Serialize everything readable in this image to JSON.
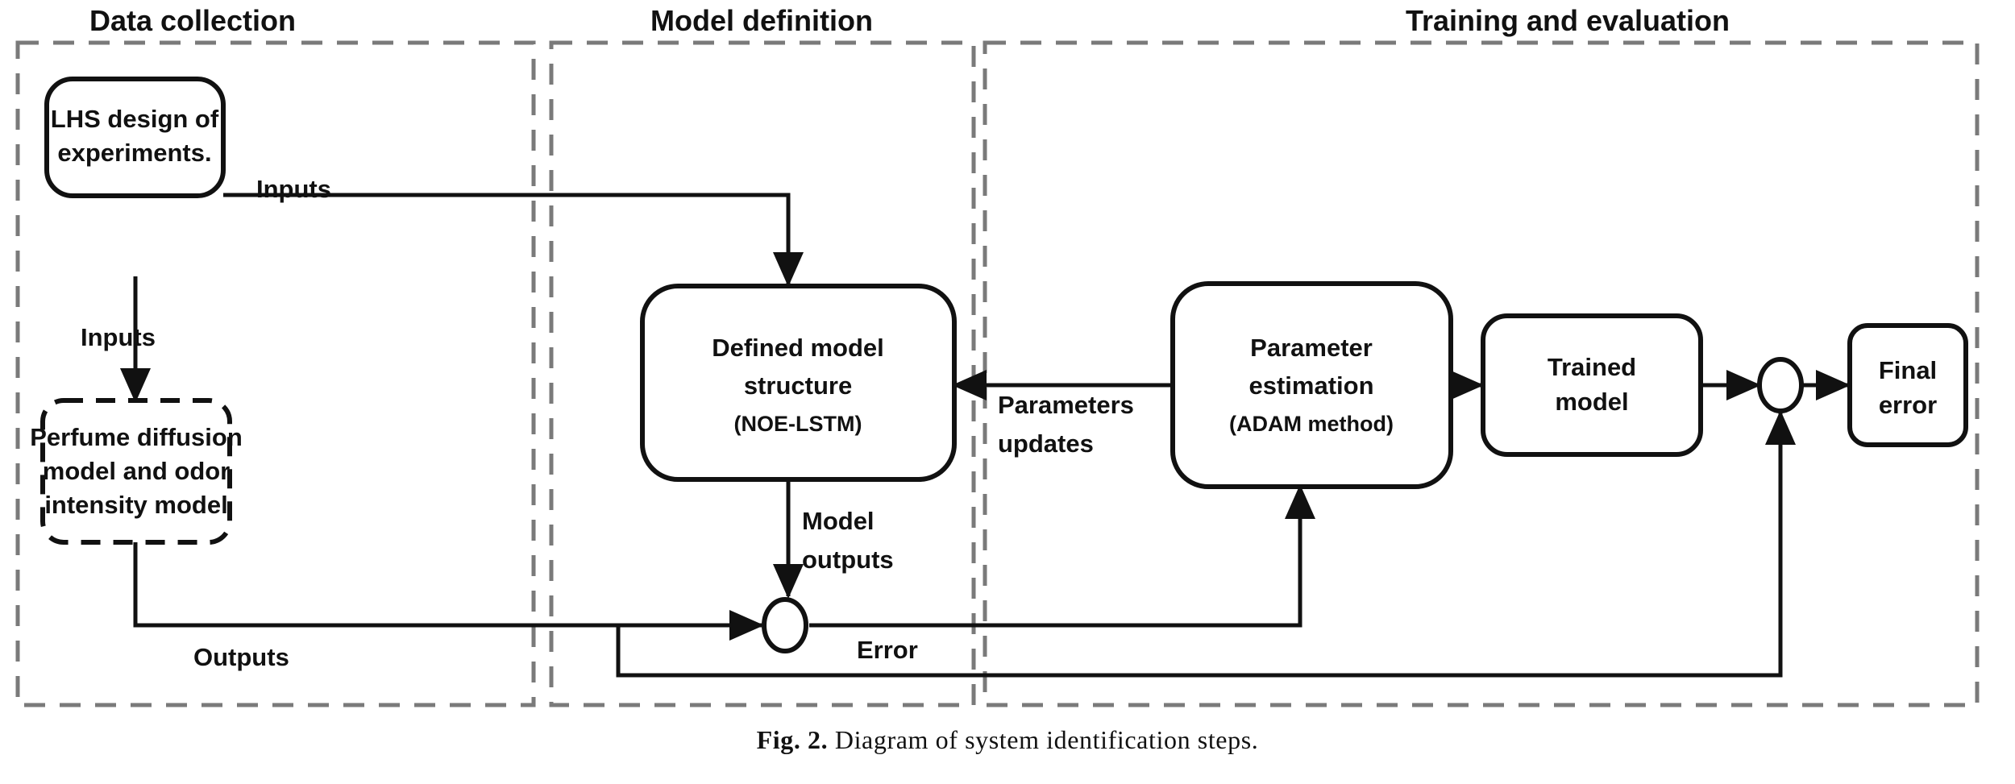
{
  "figure": {
    "caption_label": "Fig. 2.",
    "caption_text": "Diagram of system identification steps."
  },
  "panels": [
    {
      "id": "data-collection",
      "title": "Data collection"
    },
    {
      "id": "model-definition",
      "title": "Model definition"
    },
    {
      "id": "training-evaluation",
      "title": "Training and evaluation"
    }
  ],
  "nodes": {
    "lhs": {
      "line1": "LHS design of",
      "line2": "experiments."
    },
    "perfume": {
      "line1": "Perfume diffusion",
      "line2": "model and odor",
      "line3": "intensity model"
    },
    "defined_model": {
      "line1": "Defined model",
      "line2": "structure",
      "line3": "(NOE-LSTM)"
    },
    "parameter_estimation": {
      "line1": "Parameter",
      "line2": "estimation",
      "line3": "(ADAM method)"
    },
    "trained_model": {
      "line1": "Trained",
      "line2": "model"
    },
    "final_error": {
      "line1": "Final",
      "line2": "error"
    }
  },
  "edges": {
    "inputs_to_model": "Inputs",
    "inputs_to_perfume": "Inputs",
    "model_outputs": "Model",
    "model_outputs2": "outputs",
    "outputs": "Outputs",
    "error": "Error",
    "parameters_updates1": "Parameters",
    "parameters_updates2": "updates"
  },
  "colors": {
    "panel_border": "#7a7a7a",
    "node_stroke": "#111111",
    "background": "#ffffff",
    "text": "#111111"
  }
}
